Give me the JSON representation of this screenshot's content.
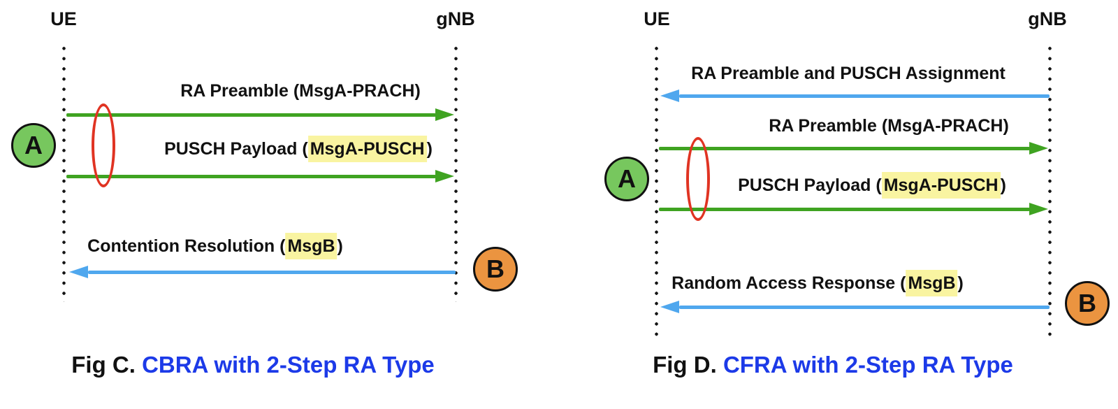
{
  "colors": {
    "arrow_green": "#3fa321",
    "arrow_blue": "#4fa7ee",
    "highlight_yellow": "#f9f4a1",
    "marker_a_green": "#77c75e",
    "marker_b_orange": "#eb9440",
    "grouping_ellipse_red": "#e03322",
    "caption_blue": "#1c3ae8"
  },
  "figures": [
    {
      "ue_label": "UE",
      "gnb_label": "gNB",
      "step_a": "A",
      "step_b": "B",
      "messages": [
        {
          "text": "RA Preamble (MsgA-PRACH)"
        },
        {
          "pre": "PUSCH Payload (",
          "highlight": "MsgA-PUSCH",
          "post": ")"
        },
        {
          "pre": "Contention Resolution (",
          "highlight": "MsgB",
          "post": ")"
        }
      ],
      "caption": {
        "prefix": "Fig C.",
        "title": "CBRA with 2-Step RA Type"
      }
    },
    {
      "ue_label": "UE",
      "gnb_label": "gNB",
      "step_a": "A",
      "step_b": "B",
      "messages": [
        {
          "text": "RA Preamble and PUSCH Assignment"
        },
        {
          "text": "RA Preamble (MsgA-PRACH)"
        },
        {
          "pre": "PUSCH Payload (",
          "highlight": "MsgA-PUSCH",
          "post": ")"
        },
        {
          "pre": "Random Access Response (",
          "highlight": "MsgB",
          "post": ")"
        }
      ],
      "caption": {
        "prefix": "Fig D.",
        "title": "CFRA with 2-Step RA Type"
      }
    }
  ]
}
